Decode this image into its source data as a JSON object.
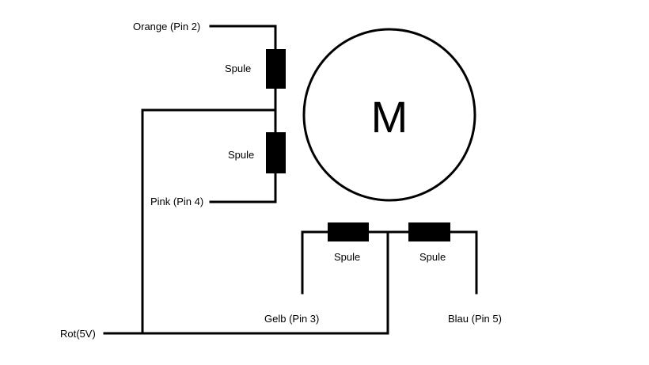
{
  "diagram": {
    "motor": {
      "label": "M"
    },
    "coils": [
      {
        "label": "Spule"
      },
      {
        "label": "Spule"
      },
      {
        "label": "Spule"
      },
      {
        "label": "Spule"
      }
    ],
    "pins": {
      "orange": "Orange (Pin 2)",
      "pink": "Pink (Pin 4)",
      "gelb": "Gelb (Pin 3)",
      "blau": "Blau (Pin 5)",
      "rot": "Rot(5V)"
    },
    "colors": {
      "line": "#000000",
      "background": "#ffffff"
    }
  }
}
